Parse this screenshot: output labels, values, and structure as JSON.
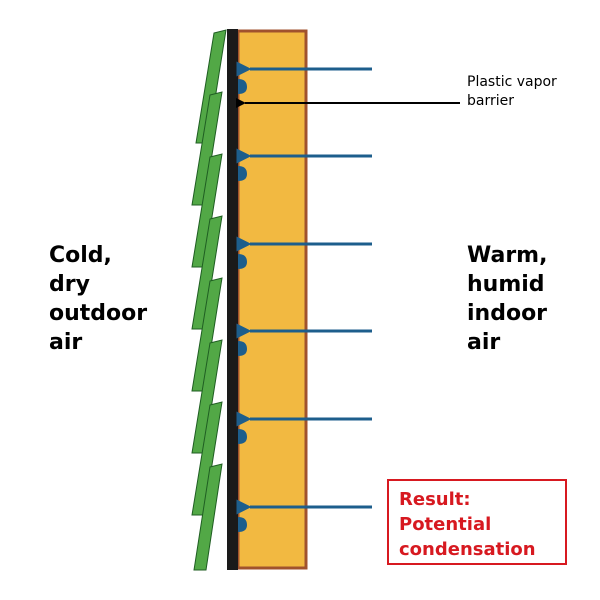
{
  "outdoor_label": {
    "lines": [
      "Cold,",
      "dry",
      "outdoor",
      "air"
    ]
  },
  "indoor_label": {
    "lines": [
      "Warm,",
      "humid",
      "indoor",
      "air"
    ]
  },
  "vapor_barrier_label": {
    "lines": [
      "Plastic vapor",
      "barrier"
    ]
  },
  "result": {
    "lines": [
      "Result:",
      "Potential",
      "condensation"
    ]
  },
  "colors": {
    "insulation_fill": "#f2b941",
    "stud_border": "#a0522d",
    "vapor_barrier": "#1a1a1a",
    "siding": "#52a846",
    "siding_outline": "#1f5e22",
    "moisture_arrow": "#1d5e8c",
    "condensation_drop": "#1d5e8c",
    "result_red": "#d71920"
  },
  "icons": {
    "moisture_arrow": "arrow-left-icon",
    "condensation": "water-drop-icon",
    "siding": "siding-board-icon"
  }
}
